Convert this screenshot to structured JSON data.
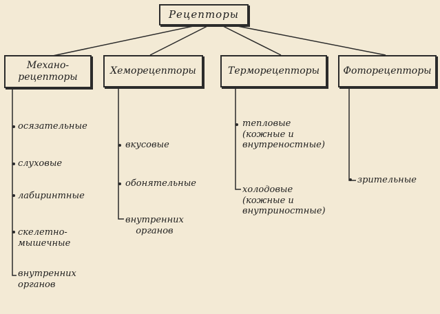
{
  "root": {
    "label": "Рецепторы"
  },
  "categories": [
    {
      "label": "Механо-\nрецепторы",
      "items": [
        "осязательные",
        "слуховые",
        "лабиринтные",
        "скелетно-\nмышечные",
        "внутренних\nорганов"
      ]
    },
    {
      "label": "Хеморецепторы",
      "items": [
        "вкусовые",
        "обонятельные",
        "внутренних\nорганов"
      ]
    },
    {
      "label": "Терморецепторы",
      "items": [
        "тепловые\n(кожные и\nвнутреностные)",
        "холодовые\n(кожные и\nвнутриностные)"
      ]
    },
    {
      "label": "Фоторецепторы",
      "items": [
        "зрительные"
      ]
    }
  ]
}
